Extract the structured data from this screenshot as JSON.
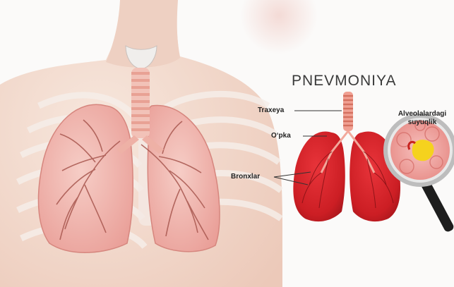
{
  "diagram": {
    "title": "PNEVMONIYA",
    "labels": {
      "trachea": "Traxeya",
      "lung": "O‘pka",
      "bronchi": "Bronxlar",
      "alveoli_line1": "Alveolalardagi",
      "alveoli_line2": "suyuqlik"
    },
    "colors": {
      "lung_red": "#d7262b",
      "lung_dark": "#9c1419",
      "lung_pale": "#f0b9b3",
      "skin": "#f3ddd2",
      "trachea_ring": "#e8a194",
      "fluid_yellow": "#f5d21e"
    },
    "icons": [
      "magnifier-icon"
    ]
  }
}
